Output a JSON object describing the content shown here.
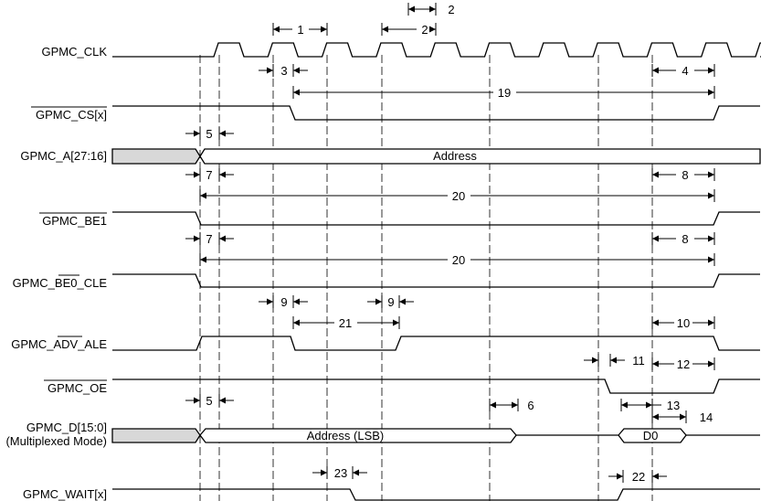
{
  "signals": [
    {
      "name": "GPMC_CLK",
      "overbar": ""
    },
    {
      "name": "GPMC_CS[x]",
      "overbar": "all"
    },
    {
      "name": "GPMC_A[27:16]",
      "overbar": ""
    },
    {
      "name": "GPMC_BE1",
      "overbar": "all"
    },
    {
      "name": "GPMC_BE0_CLE",
      "overbar": "BE0"
    },
    {
      "name": "GPMC_ADV_ALE",
      "overbar": "ADV"
    },
    {
      "name": "GPMC_OE",
      "overbar": "all"
    },
    {
      "name": "GPMC_D[15:0]",
      "overbar": ""
    },
    {
      "name": "(Multiplexed Mode)",
      "overbar": ""
    },
    {
      "name": "GPMC_WAIT[x]",
      "overbar": ""
    }
  ],
  "bus_labels": {
    "address": "Address",
    "address_lsb": "Address (LSB)",
    "d0": "D0"
  },
  "timing_params": [
    "1",
    "2",
    "2",
    "3",
    "4",
    "19",
    "5",
    "7",
    "8",
    "20",
    "7",
    "8",
    "20",
    "9",
    "9",
    "21",
    "10",
    "11",
    "12",
    "5",
    "6",
    "13",
    "14",
    "23",
    "22"
  ]
}
